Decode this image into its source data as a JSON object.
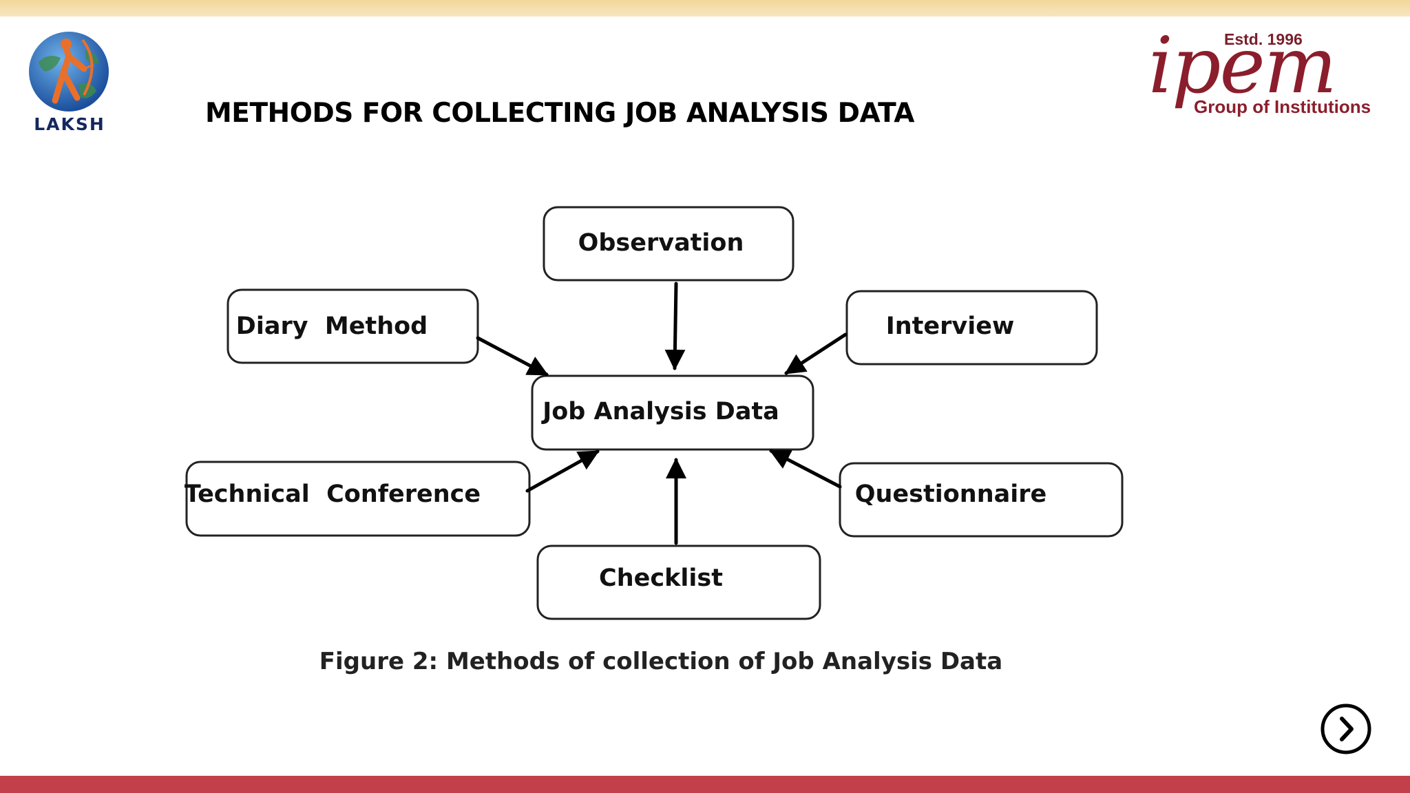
{
  "title": "METHODS FOR COLLECTING JOB ANALYSIS DATA",
  "logos": {
    "left": {
      "name": "LAKSH",
      "icon": "globe-archer-icon"
    },
    "right": {
      "estd": "Estd. 1996",
      "wordmark": "ipem",
      "subtitle": "Group of Institutions"
    }
  },
  "diagram": {
    "center": "Job Analysis Data",
    "nodes": {
      "observation": "Observation",
      "diary": "Diary  Method",
      "interview": "Interview",
      "technical": "Technical  Conference",
      "questionnaire": "Questionnaire",
      "checklist": "Checklist"
    },
    "caption": "Figure 2: Methods of collection of Job Analysis Data"
  },
  "navigation": {
    "next_icon": "chevron-right-icon"
  },
  "colors": {
    "top_bar": "#f2d79a",
    "bottom_bar": "#c2404a",
    "ipem_brand": "#8b1e2c",
    "laksh_text": "#14285e"
  }
}
